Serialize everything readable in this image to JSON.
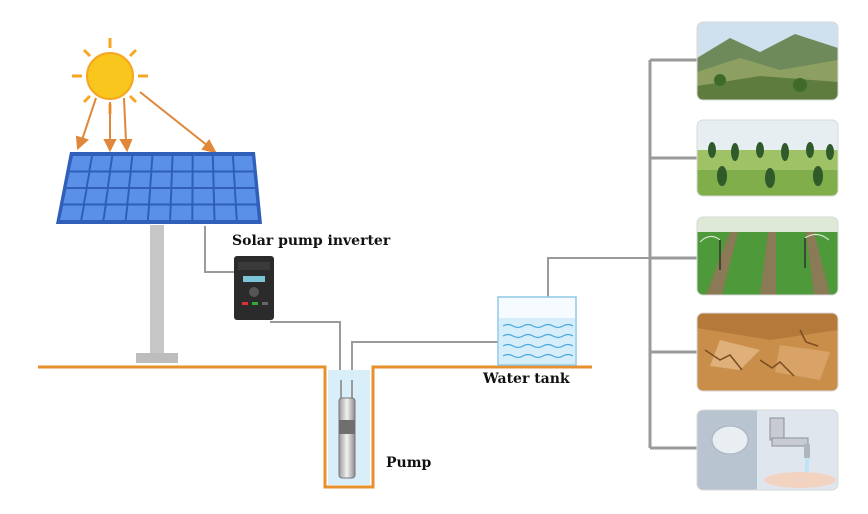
{
  "labels": {
    "inverter": "Solar pump inverter",
    "water_tank": "Water tank",
    "pump": "Pump"
  },
  "colors": {
    "sun": "#f6c21a",
    "sun_rays": "#f5a623",
    "arrows": "#e0873a",
    "panel_cell": "#4f86e3",
    "panel_frame": "#2f5fb8",
    "ground": "#e8902e",
    "pipes": "#999999",
    "stand": "#c8c8c8",
    "tank_water": "#8fd3f0",
    "well_water": "#cde9f7",
    "inverter_body": "#2b2b2b"
  },
  "icons": [
    "sun-icon",
    "solar-panel-icon",
    "inverter-icon",
    "pump-icon",
    "water-tank-icon",
    "mountain-landscape-image",
    "orchard-image",
    "irrigation-field-image",
    "dry-soil-image",
    "faucet-image"
  ]
}
